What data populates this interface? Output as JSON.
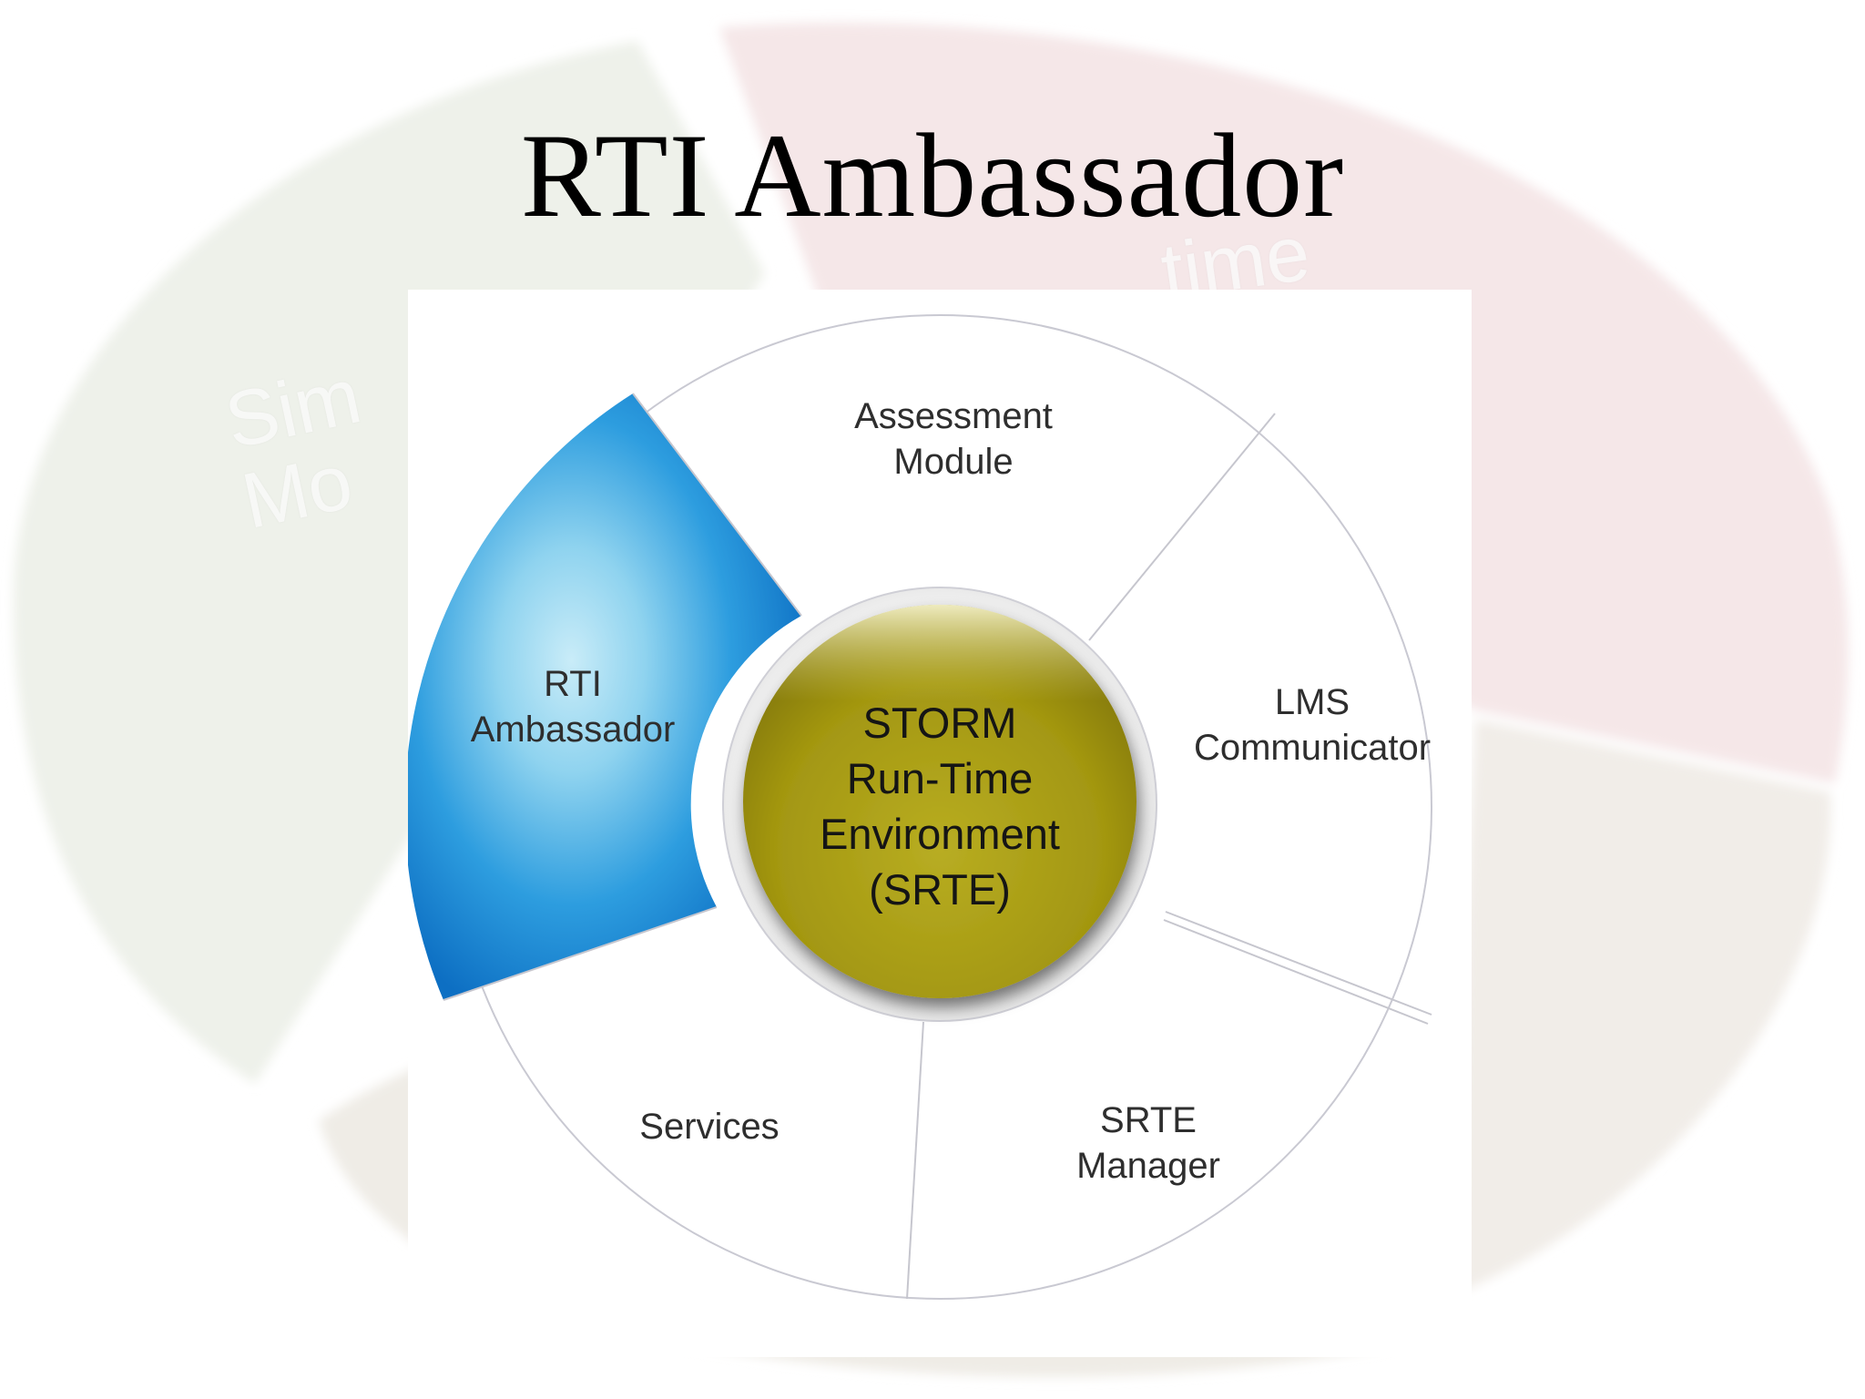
{
  "title": "RTI Ambassador",
  "background_watermark": {
    "fragment_left": "Sim\nMo",
    "fragment_right": "time\n           t"
  },
  "diagram": {
    "center": {
      "label": "STORM\nRun-Time\nEnvironment\n(SRTE)",
      "color": "#a69a12"
    },
    "segments": [
      {
        "label": "Assessment\nModule",
        "highlighted": false
      },
      {
        "label": "LMS\nCommunicator",
        "highlighted": false
      },
      {
        "label": "SRTE\nManager",
        "highlighted": false
      },
      {
        "label": "Services",
        "highlighted": false
      },
      {
        "label": "RTI\nAmbassador",
        "highlighted": true,
        "color": "#1a8ad6"
      }
    ]
  }
}
